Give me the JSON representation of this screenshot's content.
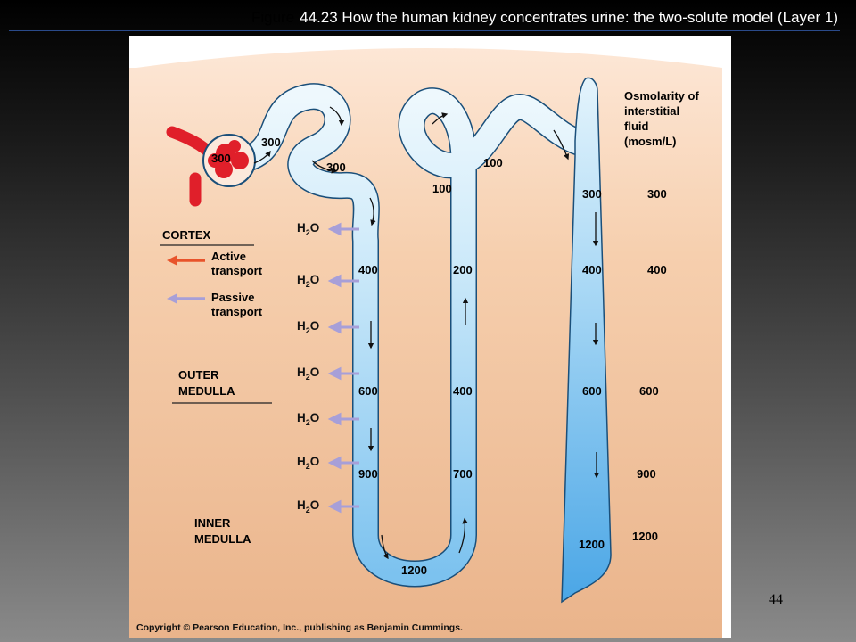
{
  "slide": {
    "title_prefix": "Figure",
    "title": "44.23  How the human kidney concentrates urine: the two-solute model (Layer 1)",
    "page_number": "44"
  },
  "figure": {
    "copyright": "Copyright © Pearson Education, Inc., publishing as Benjamin Cummings.",
    "legend": {
      "heading": [
        "Osmolarity of",
        "interstitial",
        "fluid",
        "(mosm/L)"
      ],
      "active": [
        "Active",
        "transport"
      ],
      "passive": [
        "Passive",
        "transport"
      ],
      "active_color": "#e8532b",
      "passive_color": "#a79fd8"
    },
    "zones": {
      "cortex": "CORTEX",
      "outer_medulla": [
        "OUTER",
        "MEDULLA"
      ],
      "inner_medulla": [
        "INNER",
        "MEDULLA"
      ]
    },
    "water": "H",
    "water_sub": "2",
    "water_o": "O",
    "proximal": {
      "glomerulus": "300",
      "convoluted": "300",
      "pct_exit": "300"
    },
    "descending_limb": [
      "400",
      "600",
      "900"
    ],
    "loop_bottom": "1200",
    "ascending_limb": [
      "700",
      "400",
      "200",
      "100"
    ],
    "distal": "100",
    "collecting_duct": [
      "300",
      "400",
      "600",
      "1200"
    ],
    "interstitial": [
      "300",
      "400",
      "600",
      "900",
      "1200"
    ],
    "colors": {
      "tissue": "#f2c4a2",
      "tubule": "#c8e6f7",
      "tubule_dark": "#5aaee8",
      "vessel": "#e01f2a"
    }
  }
}
